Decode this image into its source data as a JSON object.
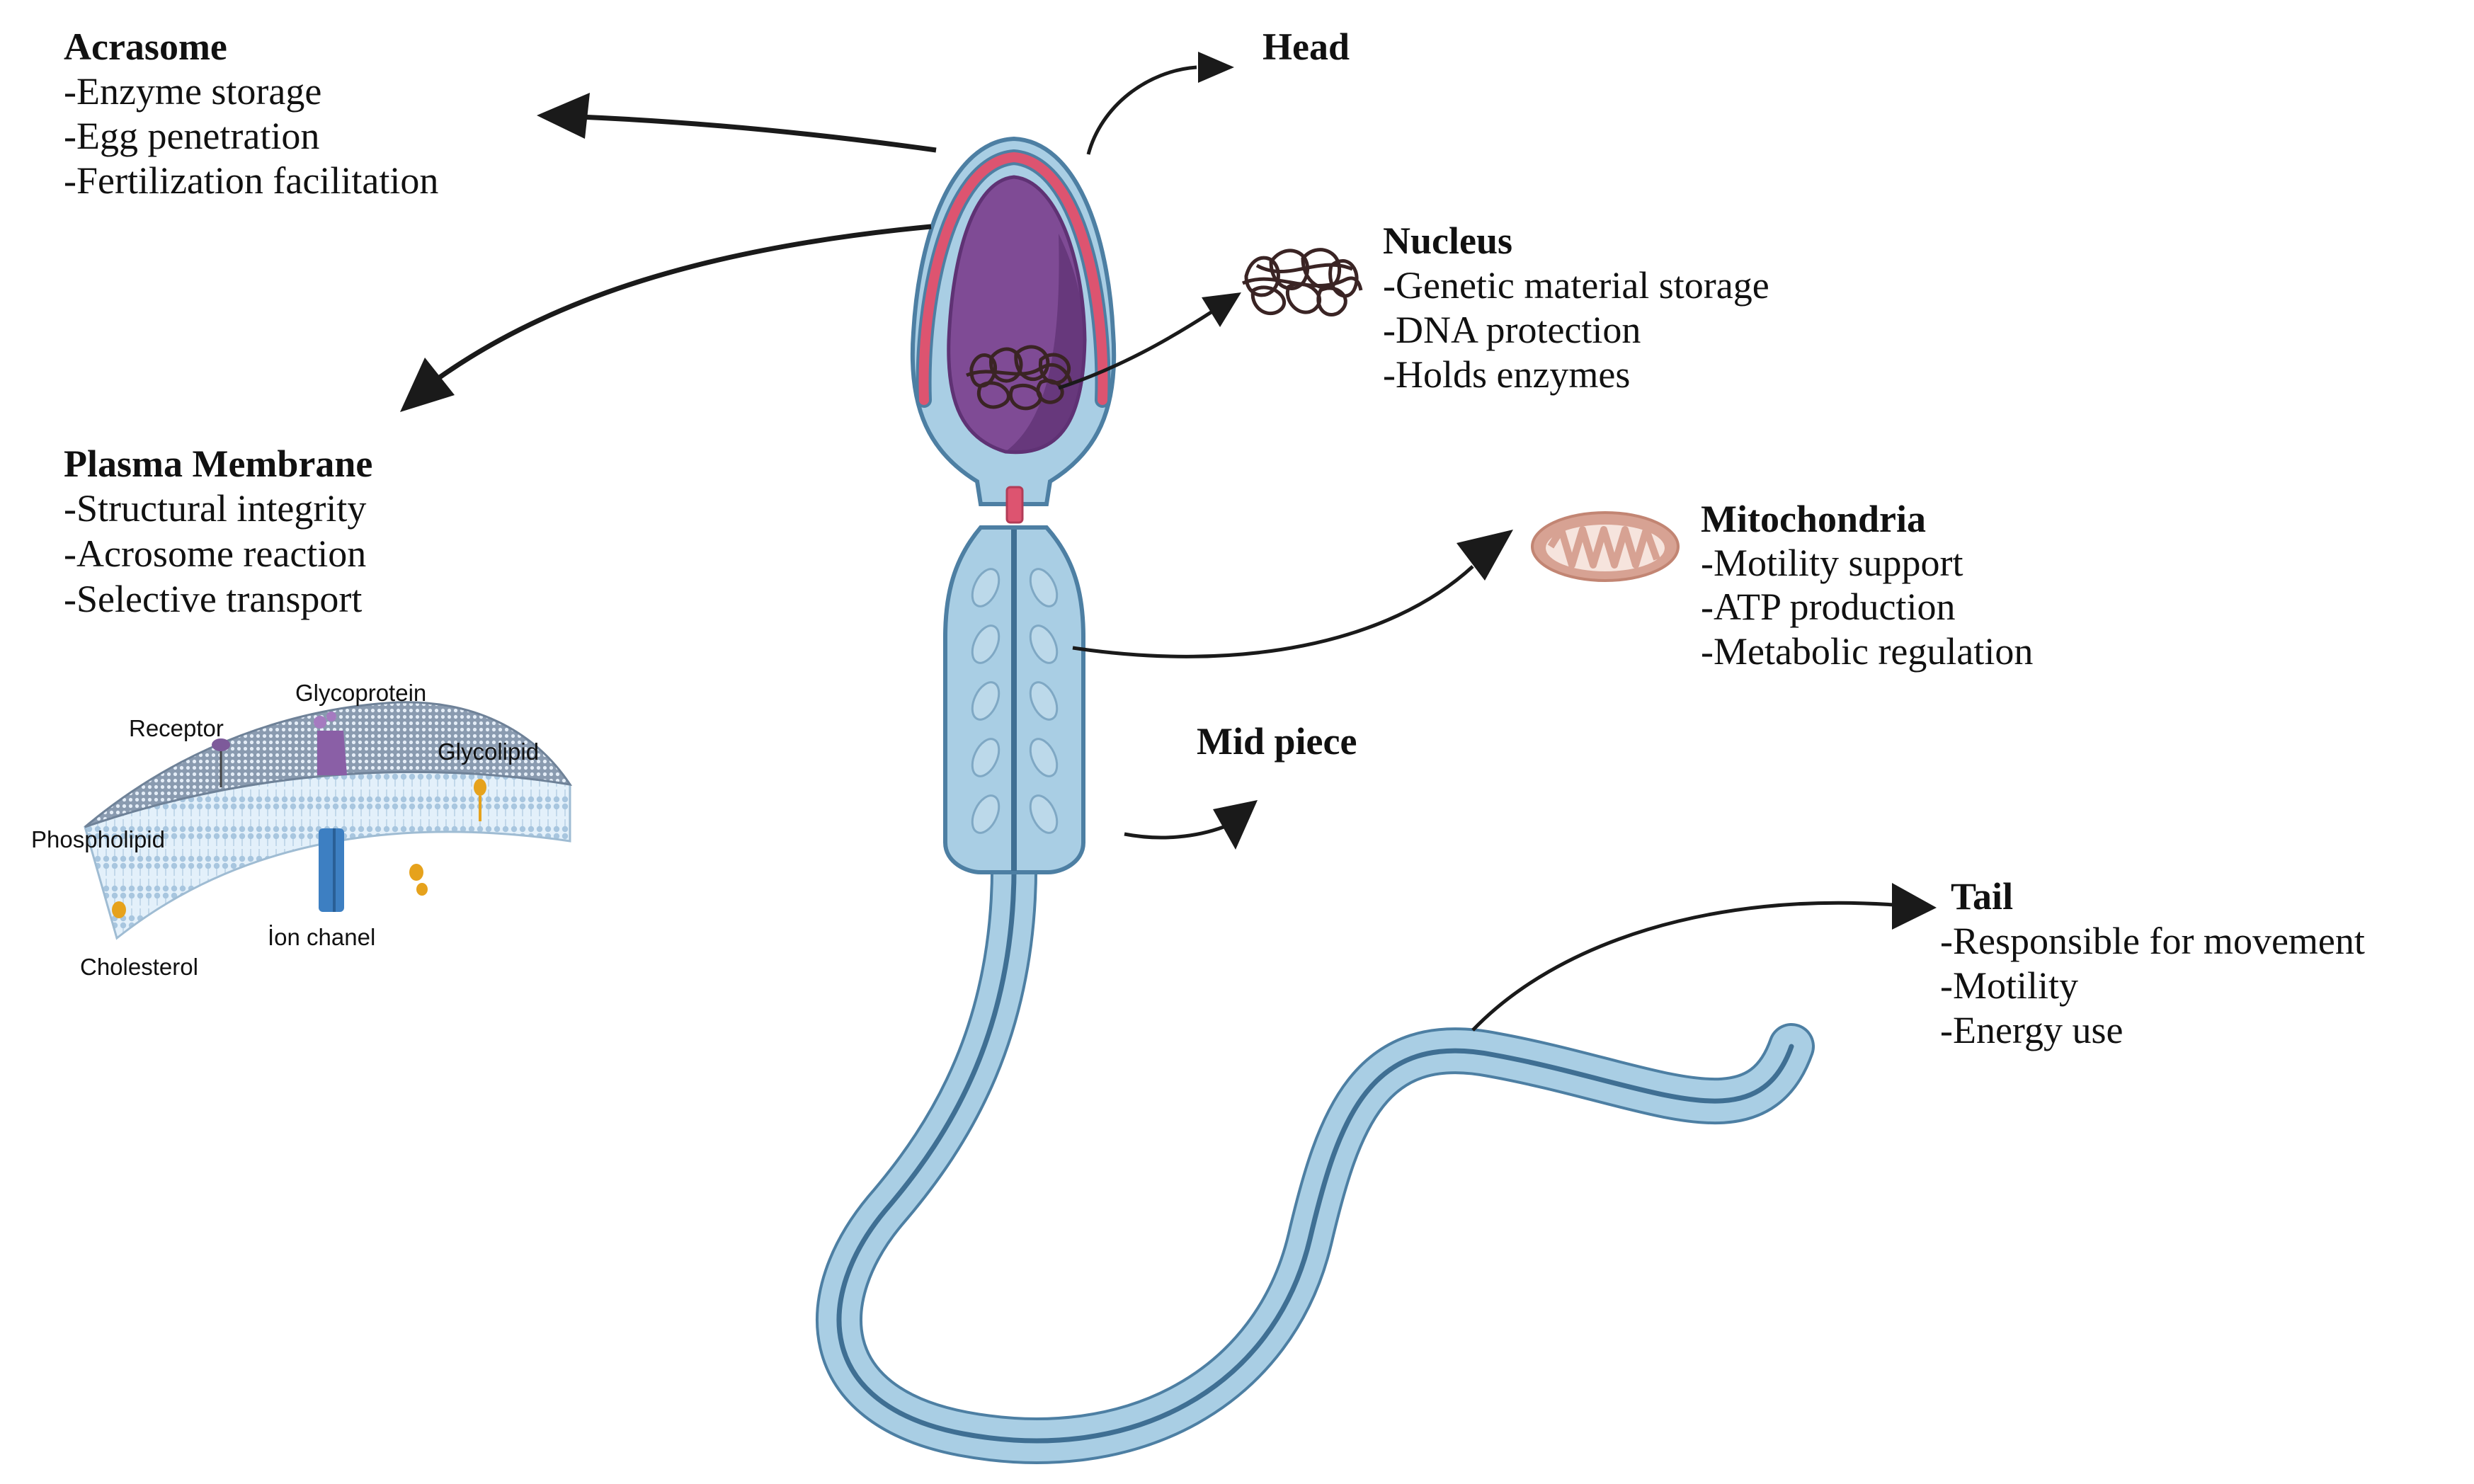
{
  "colors": {
    "cell_fill": "#a9cee4",
    "cell_stroke": "#4d7fa3",
    "core_stroke": "#3f6f93",
    "nucleus_fill": "#7f4b95",
    "nucleus_dark": "#5f3274",
    "acrosome_red": "#dd5470",
    "mito_fill": "#d7a293",
    "chromatin": "#3a2424",
    "arrow": "#1a1a1a",
    "membrane_top": "#7d8ea3",
    "membrane_side": "#d3e7f6",
    "channel": "#3d7fc2",
    "glycolipid": "#e6a21c",
    "receptor": "#7d5a9a"
  },
  "labels": {
    "head": {
      "title": "Head"
    },
    "mid_piece": {
      "title": "Mid piece"
    },
    "acrosome": {
      "title": "Acrasome",
      "items": [
        "-Enzyme storage",
        "-Egg penetration",
        "-Fertilization facilitation"
      ]
    },
    "nucleus": {
      "title": "Nucleus",
      "items": [
        "-Genetic material storage",
        "-DNA protection",
        "-Holds enzymes"
      ]
    },
    "plasma_membrane": {
      "title": "Plasma Membrane",
      "items": [
        "-Structural integrity",
        "-Acrosome reaction",
        "-Selective transport"
      ]
    },
    "mitochondria": {
      "title": "Mitochondria",
      "items": [
        "-Motility support",
        "-ATP production",
        "-Metabolic regulation"
      ]
    },
    "tail": {
      "title": "Tail",
      "items": [
        "-Responsible for movement",
        "-Motility",
        "-Energy use"
      ]
    }
  },
  "membrane_labels": {
    "receptor": "Receptor",
    "glycoprotein": "Glycoprotein",
    "glycolipid": "Glycolipid",
    "phospholipid": "Phospholipid",
    "cholesterol": "Cholesterol",
    "ion_channel": "İon chanel"
  }
}
